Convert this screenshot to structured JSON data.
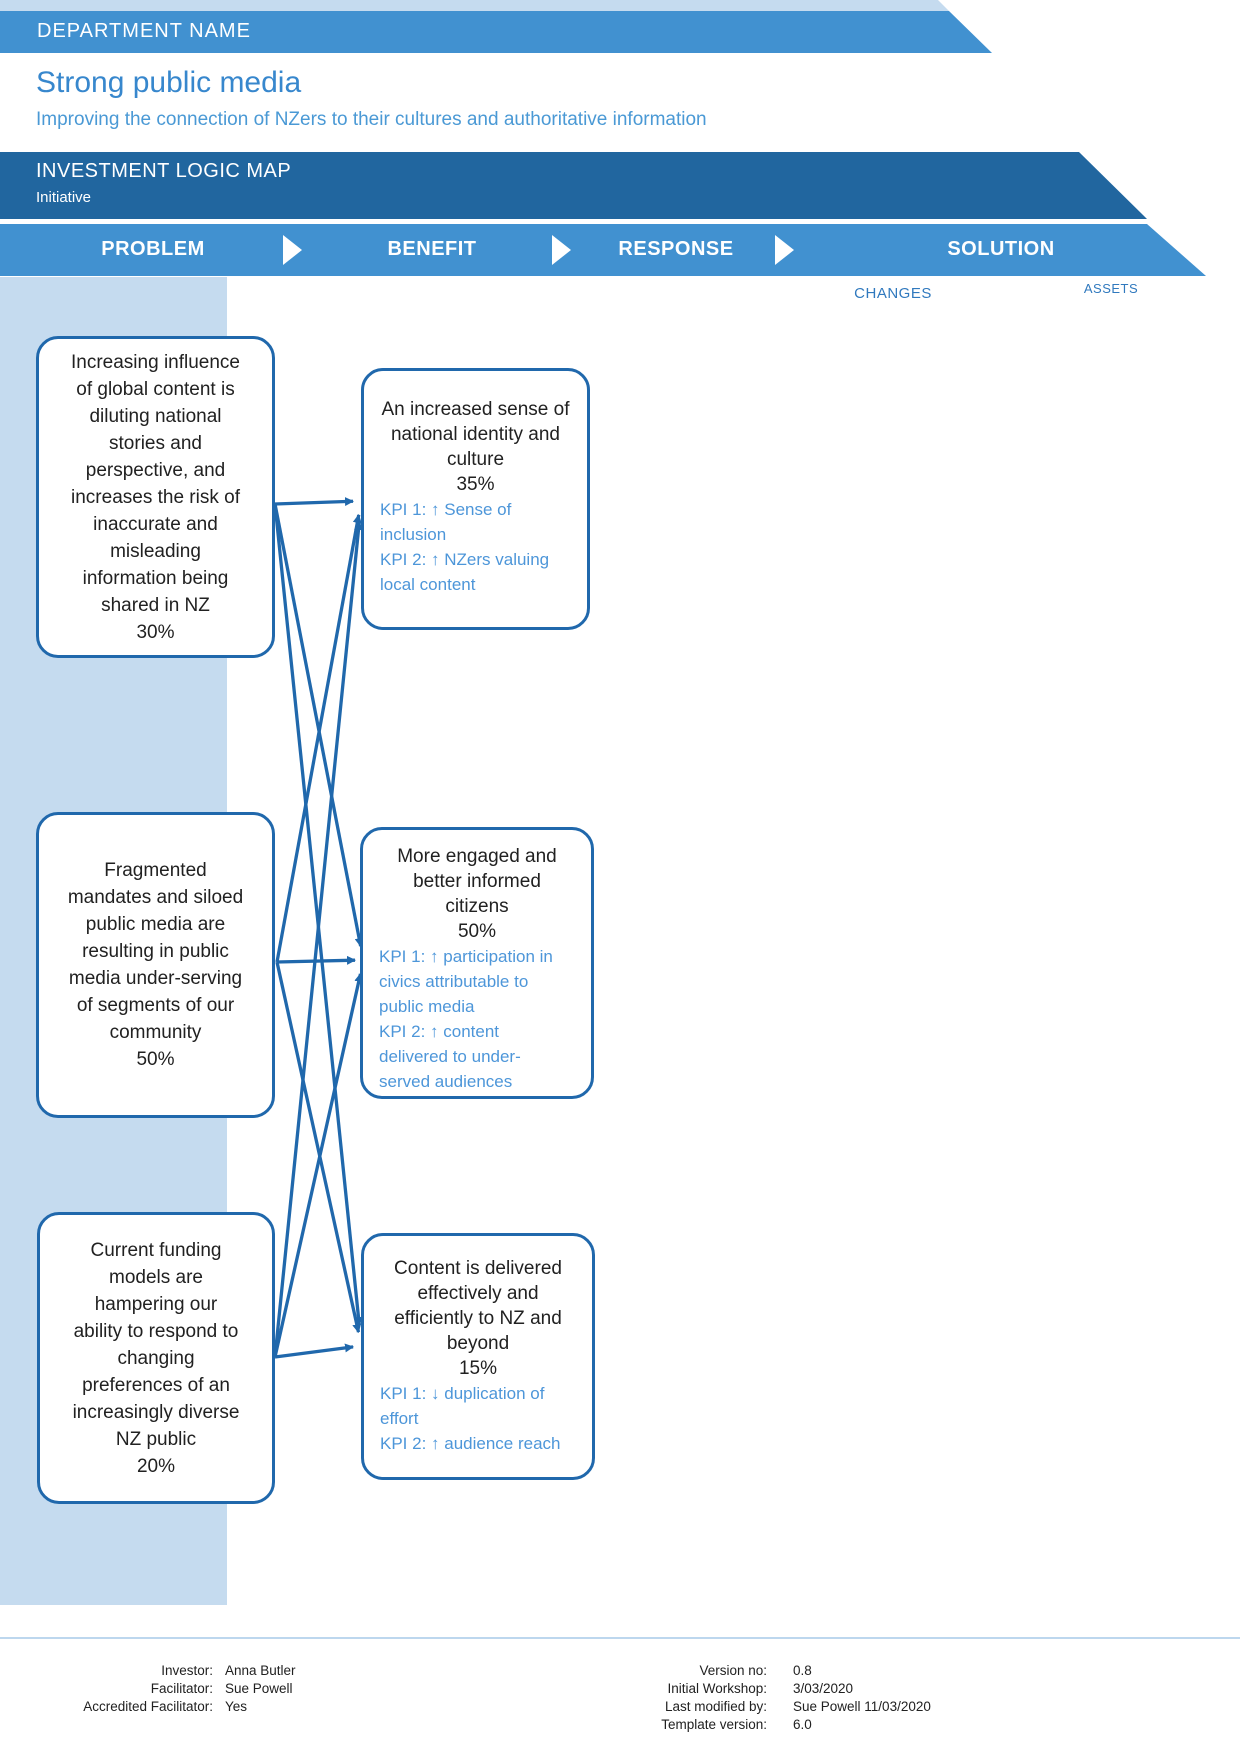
{
  "header": {
    "department": "DEPARTMENT NAME",
    "title": "Strong public media",
    "subtitle": "Improving the connection of NZers to their cultures and authoritative information",
    "map_label": "INVESTMENT LOGIC MAP",
    "map_sublabel": "Initiative",
    "columns": [
      "PROBLEM",
      "BENEFIT",
      "RESPONSE",
      "SOLUTION"
    ],
    "solution_sublabels": [
      "CHANGES",
      "ASSETS"
    ]
  },
  "colors": {
    "banner_blue": "#4191D0",
    "dark_banner_blue": "#21669F",
    "pale_blue": "#C5DBEF",
    "title_blue": "#3787CD",
    "line_blue": "#2068AC",
    "kpi_blue": "#4D96D9"
  },
  "problems": [
    {
      "lines": [
        "Increasing influence",
        "of global content is",
        "diluting national",
        "stories and",
        "perspective, and",
        "increases the risk of",
        "inaccurate and",
        "misleading",
        "information being",
        "shared in NZ"
      ],
      "pct": "30%"
    },
    {
      "lines": [
        "Fragmented",
        "mandates and siloed",
        "public media are",
        "resulting in public",
        "media under-serving",
        "of segments of our",
        "community"
      ],
      "pct": "50%"
    },
    {
      "lines": [
        "Current funding",
        "models are",
        "hampering our",
        "ability to respond to",
        "changing",
        "preferences of an",
        "increasingly diverse",
        "NZ public"
      ],
      "pct": "20%"
    }
  ],
  "benefits": [
    {
      "title_lines": [
        "An increased sense of",
        "national identity and",
        "culture"
      ],
      "pct": "35%",
      "kpi_lines": [
        "KPI 1: ↑ Sense of",
        "inclusion",
        "KPI 2: ↑ NZers valuing",
        "local content"
      ]
    },
    {
      "title_lines": [
        "More engaged and",
        "better informed",
        "citizens"
      ],
      "pct": "50%",
      "kpi_lines": [
        "KPI 1: ↑ participation in",
        "civics attributable to",
        "public media",
        "KPI 2: ↑ content",
        "delivered to under-",
        "served audiences"
      ]
    },
    {
      "title_lines": [
        "Content is delivered",
        "effectively and",
        "efficiently to NZ and",
        "beyond"
      ],
      "pct": "15%",
      "kpi_lines": [
        "KPI 1: ↓ duplication of",
        "effort",
        "KPI 2: ↑ audience reach"
      ]
    }
  ],
  "connections": [
    {
      "from": 0,
      "to": 0
    },
    {
      "from": 0,
      "to": 1
    },
    {
      "from": 0,
      "to": 2
    },
    {
      "from": 1,
      "to": 0
    },
    {
      "from": 1,
      "to": 1
    },
    {
      "from": 1,
      "to": 2
    },
    {
      "from": 2,
      "to": 0
    },
    {
      "from": 2,
      "to": 1
    },
    {
      "from": 2,
      "to": 2
    }
  ],
  "footer": {
    "left": [
      {
        "label": "Investor:",
        "value": "Anna Butler"
      },
      {
        "label": "Facilitator:",
        "value": "Sue Powell"
      },
      {
        "label": "Accredited Facilitator:",
        "value": "Yes"
      }
    ],
    "right": [
      {
        "label": "Version no:",
        "value": "0.8"
      },
      {
        "label": "Initial Workshop:",
        "value": "3/03/2020"
      },
      {
        "label": "Last modified by:",
        "value": "Sue Powell 11/03/2020"
      },
      {
        "label": "Template version:",
        "value": "6.0"
      }
    ]
  }
}
